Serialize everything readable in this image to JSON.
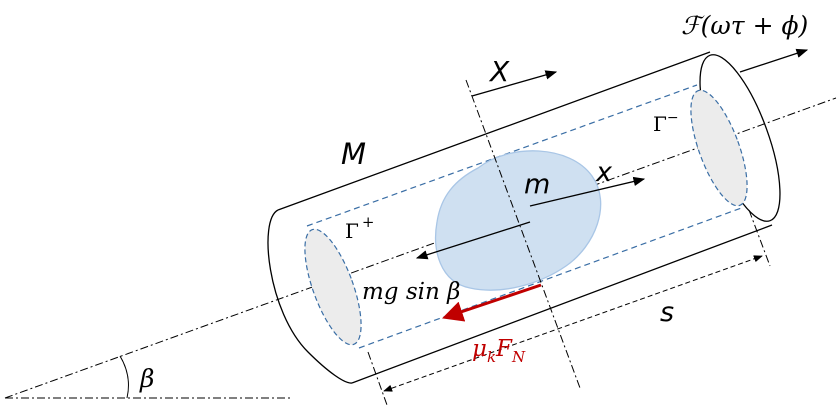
{
  "labels": {
    "force": "ℱ(ωτ + ϕ)",
    "big_x": "X",
    "small_x": "x",
    "gamma_minus": "Γ",
    "gamma_minus_sup": "−",
    "gamma_plus": "Γ",
    "gamma_plus_sup": "+",
    "big_m": "M",
    "small_m": "m",
    "gravity": "mg sin β",
    "friction": "μ",
    "friction_sub": "k",
    "friction_F": "F",
    "friction_F_sub": "N",
    "s": "s",
    "beta": "β"
  },
  "colors": {
    "line": "#000000",
    "dashed_blue": "#3a6ea5",
    "blob_fill": "#cfe0f1",
    "blob_stroke": "#a9c6e6",
    "end_fill": "#ececec",
    "friction": "#c00000"
  }
}
